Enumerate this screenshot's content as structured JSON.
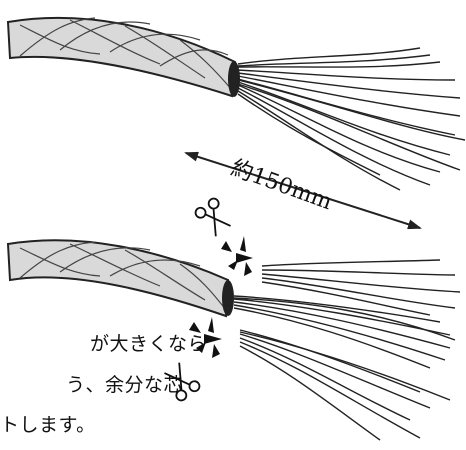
{
  "measurement_label": "約150mm",
  "caption_lines": [
    "が大きくなら",
    "う、余分な芯",
    "トします。"
  ],
  "colors": {
    "sheath_fill": "#d9d9d9",
    "line": "#222222",
    "background": "#ffffff"
  },
  "icons": [
    "scissors-icon",
    "scissors-icon",
    "cut-spark-icon",
    "cut-spark-icon",
    "double-arrow-icon"
  ]
}
